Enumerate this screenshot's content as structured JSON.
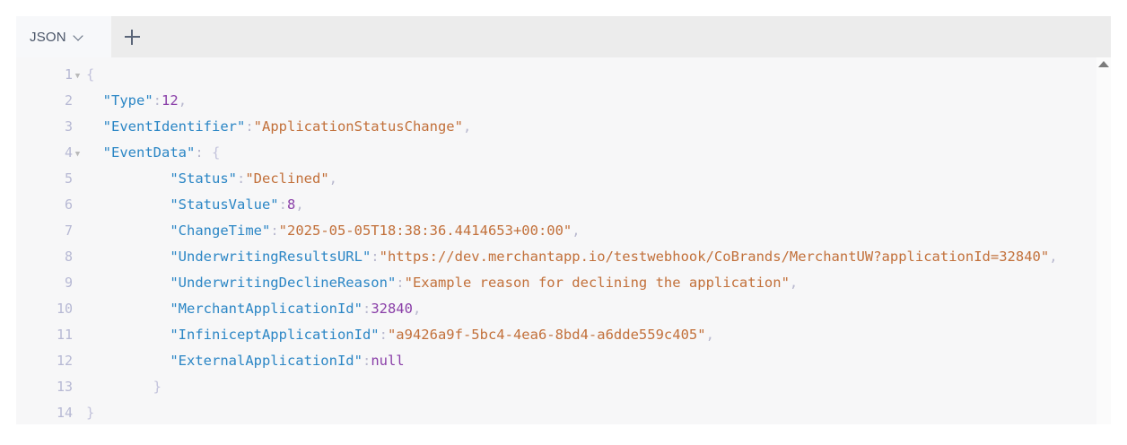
{
  "tabbar": {
    "tab_label": "JSON",
    "dropdown_icon": "chevron-down-icon",
    "add_icon": "plus-icon"
  },
  "editor": {
    "language": "JSON",
    "scroll_up_icon": "triangle-up-icon",
    "lines": [
      {
        "number": "1",
        "foldable": true,
        "tokens": [
          {
            "t": "punc",
            "v": "{"
          }
        ]
      },
      {
        "number": "2",
        "foldable": false,
        "tokens": [
          {
            "t": "plain",
            "v": "  "
          },
          {
            "t": "key",
            "v": "\"Type\""
          },
          {
            "t": "colon",
            "v": ":"
          },
          {
            "t": "num",
            "v": "12"
          },
          {
            "t": "comma",
            "v": ","
          }
        ]
      },
      {
        "number": "3",
        "foldable": false,
        "tokens": [
          {
            "t": "plain",
            "v": "  "
          },
          {
            "t": "key",
            "v": "\"EventIdentifier\""
          },
          {
            "t": "colon",
            "v": ":"
          },
          {
            "t": "str",
            "v": "\"ApplicationStatusChange\""
          },
          {
            "t": "comma",
            "v": ","
          }
        ]
      },
      {
        "number": "4",
        "foldable": true,
        "tokens": [
          {
            "t": "plain",
            "v": "  "
          },
          {
            "t": "key",
            "v": "\"EventData\""
          },
          {
            "t": "colon",
            "v": ": "
          },
          {
            "t": "punc",
            "v": "{"
          }
        ]
      },
      {
        "number": "5",
        "foldable": false,
        "tokens": [
          {
            "t": "plain",
            "v": "          "
          },
          {
            "t": "key",
            "v": "\"Status\""
          },
          {
            "t": "colon",
            "v": ":"
          },
          {
            "t": "str",
            "v": "\"Declined\""
          },
          {
            "t": "comma",
            "v": ","
          }
        ]
      },
      {
        "number": "6",
        "foldable": false,
        "tokens": [
          {
            "t": "plain",
            "v": "          "
          },
          {
            "t": "key",
            "v": "\"StatusValue\""
          },
          {
            "t": "colon",
            "v": ":"
          },
          {
            "t": "num",
            "v": "8"
          },
          {
            "t": "comma",
            "v": ","
          }
        ]
      },
      {
        "number": "7",
        "foldable": false,
        "tokens": [
          {
            "t": "plain",
            "v": "          "
          },
          {
            "t": "key",
            "v": "\"ChangeTime\""
          },
          {
            "t": "colon",
            "v": ":"
          },
          {
            "t": "str",
            "v": "\"2025-05-05T18:38:36.4414653+00:00\""
          },
          {
            "t": "comma",
            "v": ","
          }
        ]
      },
      {
        "number": "8",
        "foldable": false,
        "tokens": [
          {
            "t": "plain",
            "v": "          "
          },
          {
            "t": "key",
            "v": "\"UnderwritingResultsURL\""
          },
          {
            "t": "colon",
            "v": ":"
          },
          {
            "t": "str",
            "v": "\"https://dev.merchantapp.io/testwebhook/CoBrands/MerchantUW?applicationId=32840\""
          },
          {
            "t": "comma",
            "v": ","
          }
        ]
      },
      {
        "number": "9",
        "foldable": false,
        "tokens": [
          {
            "t": "plain",
            "v": "          "
          },
          {
            "t": "key",
            "v": "\"UnderwritingDeclineReason\""
          },
          {
            "t": "colon",
            "v": ":"
          },
          {
            "t": "str",
            "v": "\"Example reason for declining the application\""
          },
          {
            "t": "comma",
            "v": ","
          }
        ]
      },
      {
        "number": "10",
        "foldable": false,
        "tokens": [
          {
            "t": "plain",
            "v": "          "
          },
          {
            "t": "key",
            "v": "\"MerchantApplicationId\""
          },
          {
            "t": "colon",
            "v": ":"
          },
          {
            "t": "num",
            "v": "32840"
          },
          {
            "t": "comma",
            "v": ","
          }
        ]
      },
      {
        "number": "11",
        "foldable": false,
        "tokens": [
          {
            "t": "plain",
            "v": "          "
          },
          {
            "t": "key",
            "v": "\"InfiniceptApplicationId\""
          },
          {
            "t": "colon",
            "v": ":"
          },
          {
            "t": "str",
            "v": "\"a9426a9f-5bc4-4ea6-8bd4-a6dde559c405\""
          },
          {
            "t": "comma",
            "v": ","
          }
        ]
      },
      {
        "number": "12",
        "foldable": false,
        "tokens": [
          {
            "t": "plain",
            "v": "          "
          },
          {
            "t": "key",
            "v": "\"ExternalApplicationId\""
          },
          {
            "t": "colon",
            "v": ":"
          },
          {
            "t": "num",
            "v": "null"
          }
        ]
      },
      {
        "number": "13",
        "foldable": false,
        "tokens": [
          {
            "t": "plain",
            "v": "        "
          },
          {
            "t": "punc",
            "v": "}"
          }
        ]
      },
      {
        "number": "14",
        "foldable": false,
        "tokens": [
          {
            "t": "punc",
            "v": "}"
          }
        ]
      }
    ]
  }
}
